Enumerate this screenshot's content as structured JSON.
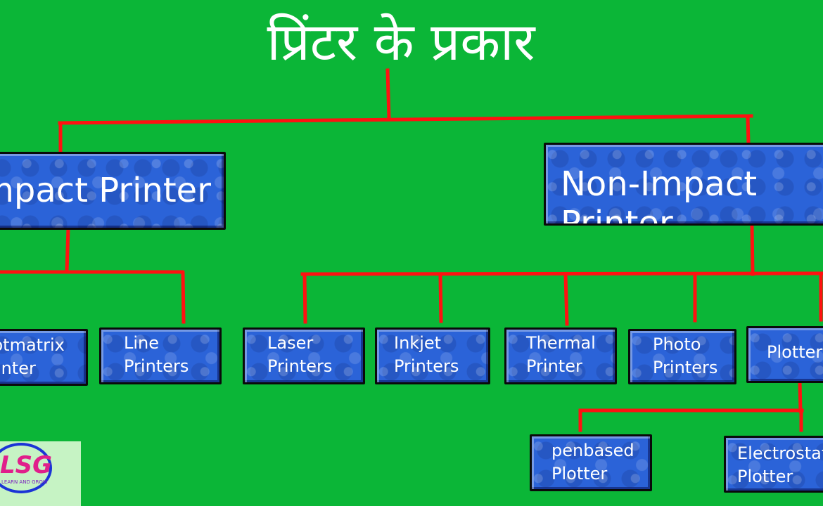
{
  "title": "प्रिंटर के प्रकार",
  "colors": {
    "background": "#0bb637",
    "connector": "#ff1111",
    "box": "#2b63d8"
  },
  "nodes": {
    "impact": "Impact Printer",
    "non_impact": "Non-Impact Printer",
    "dotmatrix": "Dotmatrix\nPrinter",
    "line": "Line\nPrinters",
    "laser": "Laser\nPrinters",
    "inkjet": "Inkjet\nPrinters",
    "thermal": "Thermal\nPrinter",
    "photo": "Photo\nPrinters",
    "plotter": "Plotter",
    "penbased": "penbased\nPlotter",
    "electrostatic": "Electrostatic\nPlotter"
  },
  "logo": {
    "mark": "LSG",
    "tagline": "LEARN AND GROW"
  }
}
